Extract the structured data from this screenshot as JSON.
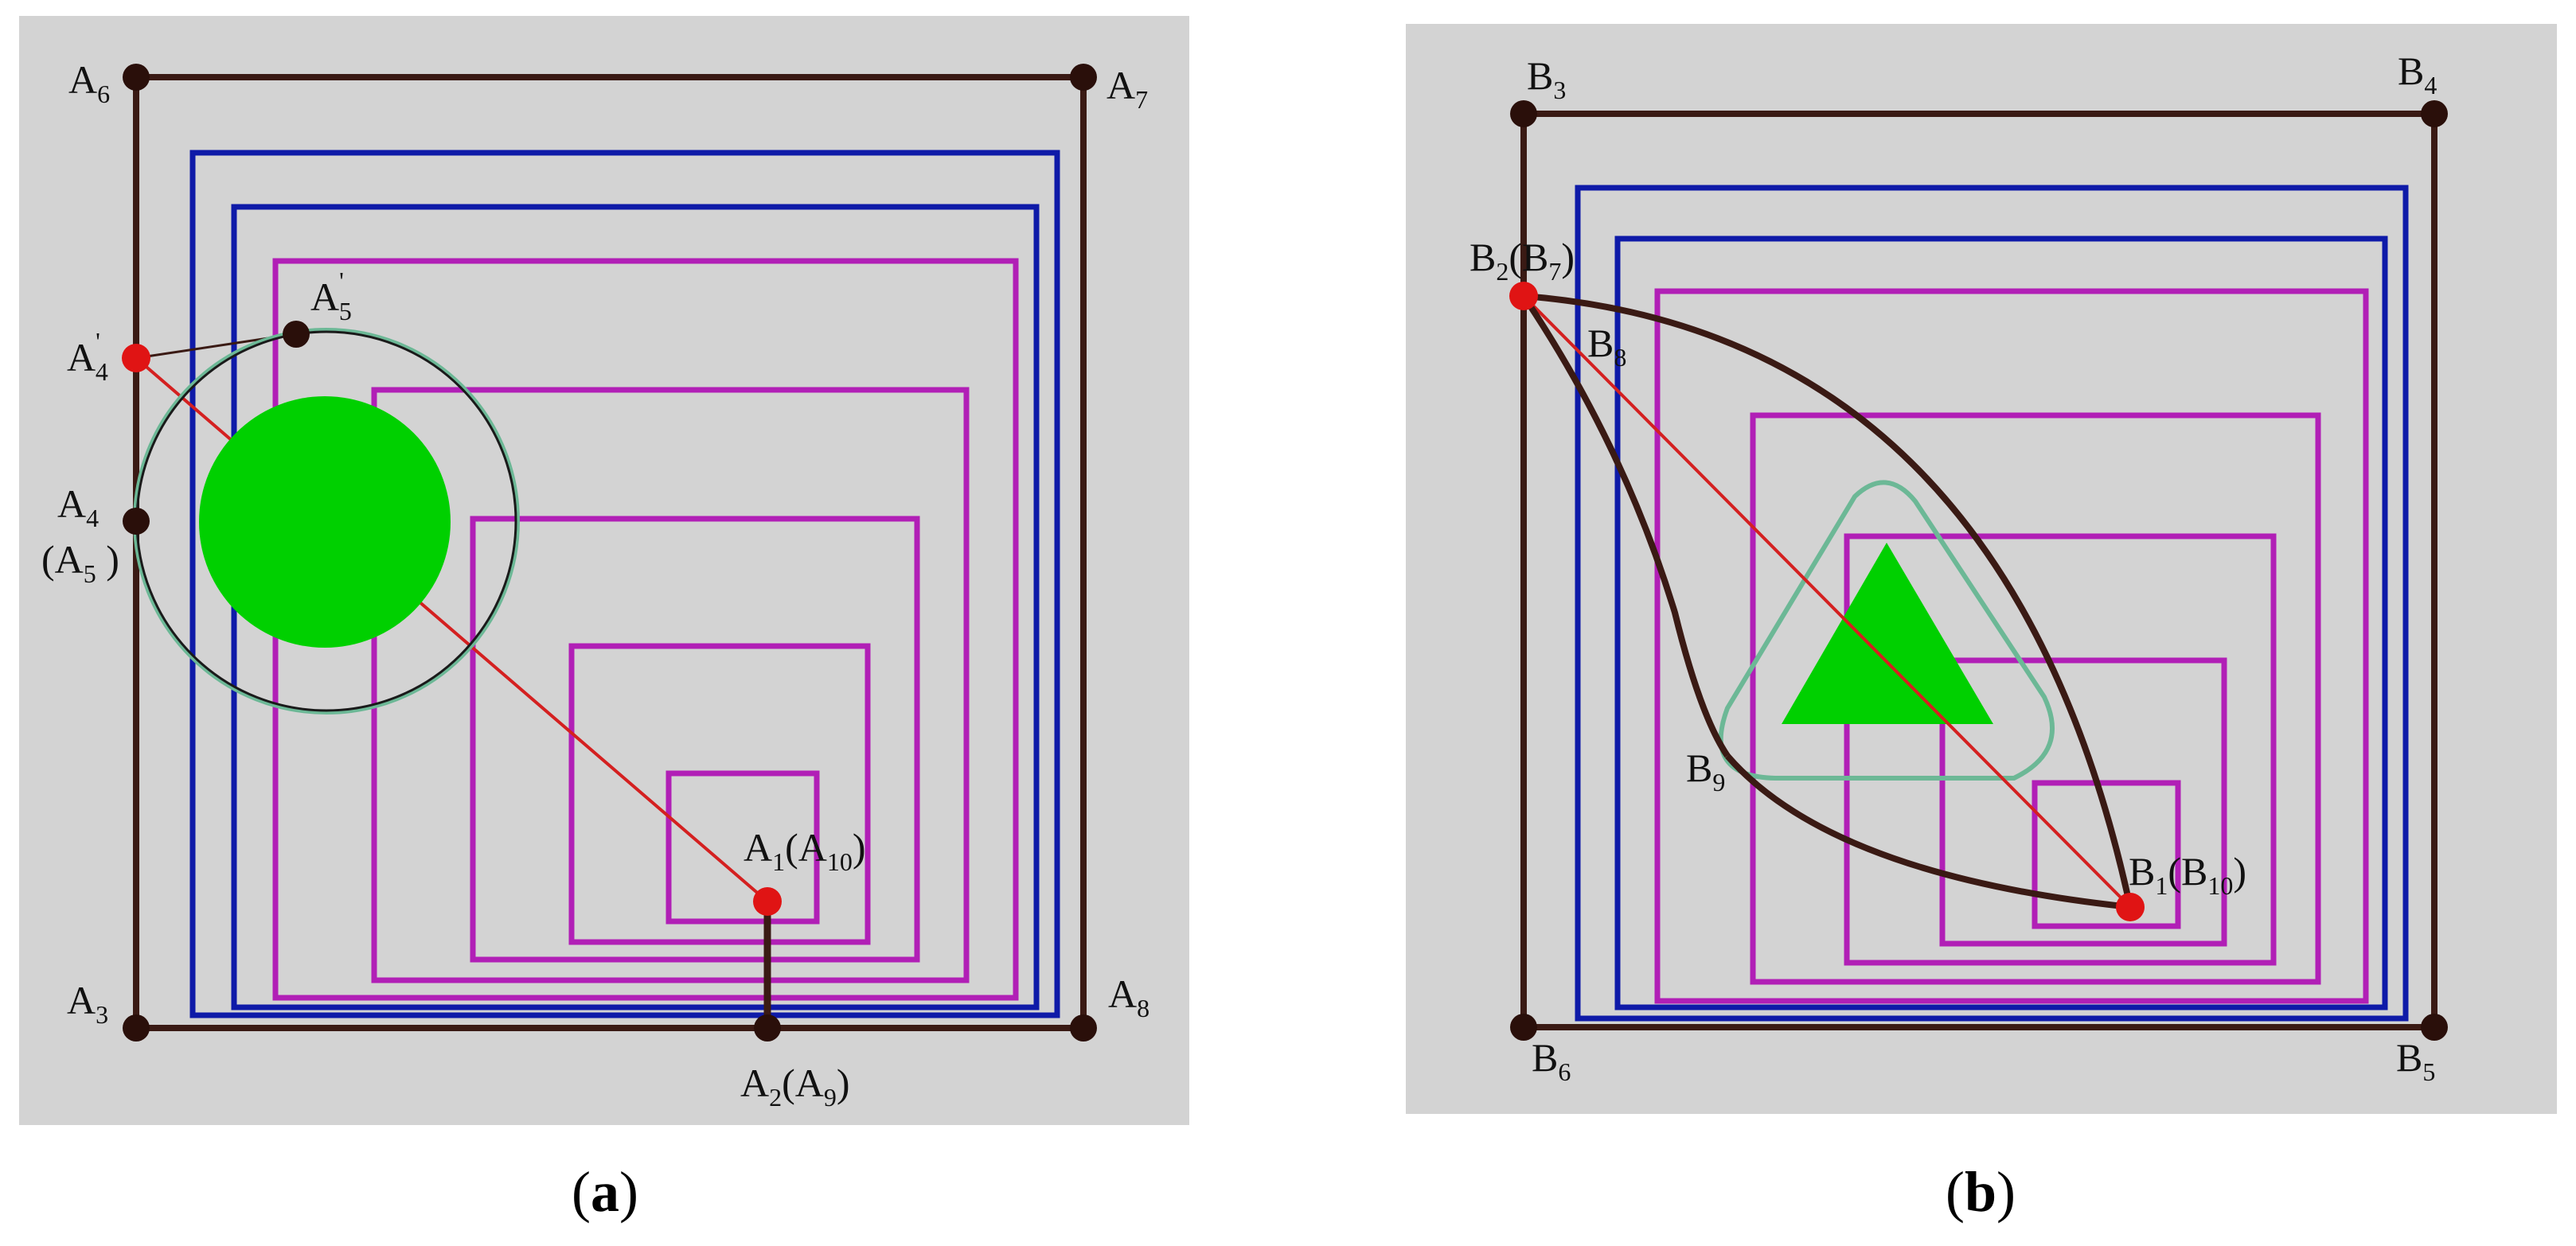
{
  "colors": {
    "panel_bg": "#d3d3d3",
    "outer_frame": "#3a1a14",
    "blue": "#0e1aa8",
    "magenta": "#b11fb6",
    "green": "#00d000",
    "red_line": "#d42020",
    "red_point": "#e01414",
    "dark_point": "#2a0f0a",
    "teal": "#6cb896"
  },
  "panel_a": {
    "caption": {
      "open": "(",
      "letter": "a",
      "close": ")"
    },
    "labels": {
      "A6": {
        "base": "A",
        "sub": "6"
      },
      "A7": {
        "base": "A",
        "sub": "7"
      },
      "A3": {
        "base": "A",
        "sub": "3"
      },
      "A8": {
        "base": "A",
        "sub": "8"
      },
      "A4p": {
        "base": "A",
        "sup": "'",
        "sub": "4"
      },
      "A5p": {
        "base": "A",
        "sup": "'",
        "sub": "5"
      },
      "A4": {
        "base": "A",
        "sub": "4"
      },
      "A5paren": {
        "open": "(A",
        "sub": "5",
        "close": " )"
      },
      "A1A10": {
        "base": "A",
        "sub": "1",
        "mid": "(A",
        "sub2": "10",
        "close": ")"
      },
      "A2A9": {
        "base": "A",
        "sub": "2",
        "mid": "(A",
        "sub2": "9",
        "close": ")"
      }
    }
  },
  "panel_b": {
    "caption": {
      "open": "(",
      "letter": "b",
      "close": ")"
    },
    "labels": {
      "B3": {
        "base": "B",
        "sub": "3"
      },
      "B4": {
        "base": "B",
        "sub": "4"
      },
      "B6": {
        "base": "B",
        "sub": "6"
      },
      "B5": {
        "base": "B",
        "sub": "5"
      },
      "B2B7": {
        "base": "B",
        "sub": "2",
        "mid": "(B",
        "sub2": "7",
        "close": ")"
      },
      "B8": {
        "base": "B",
        "sub": "8"
      },
      "B9": {
        "base": "B",
        "sub": "9"
      },
      "B1B10": {
        "base": "B",
        "sub": "1",
        "mid": "(B",
        "sub2": "10",
        "close": ")"
      }
    }
  }
}
